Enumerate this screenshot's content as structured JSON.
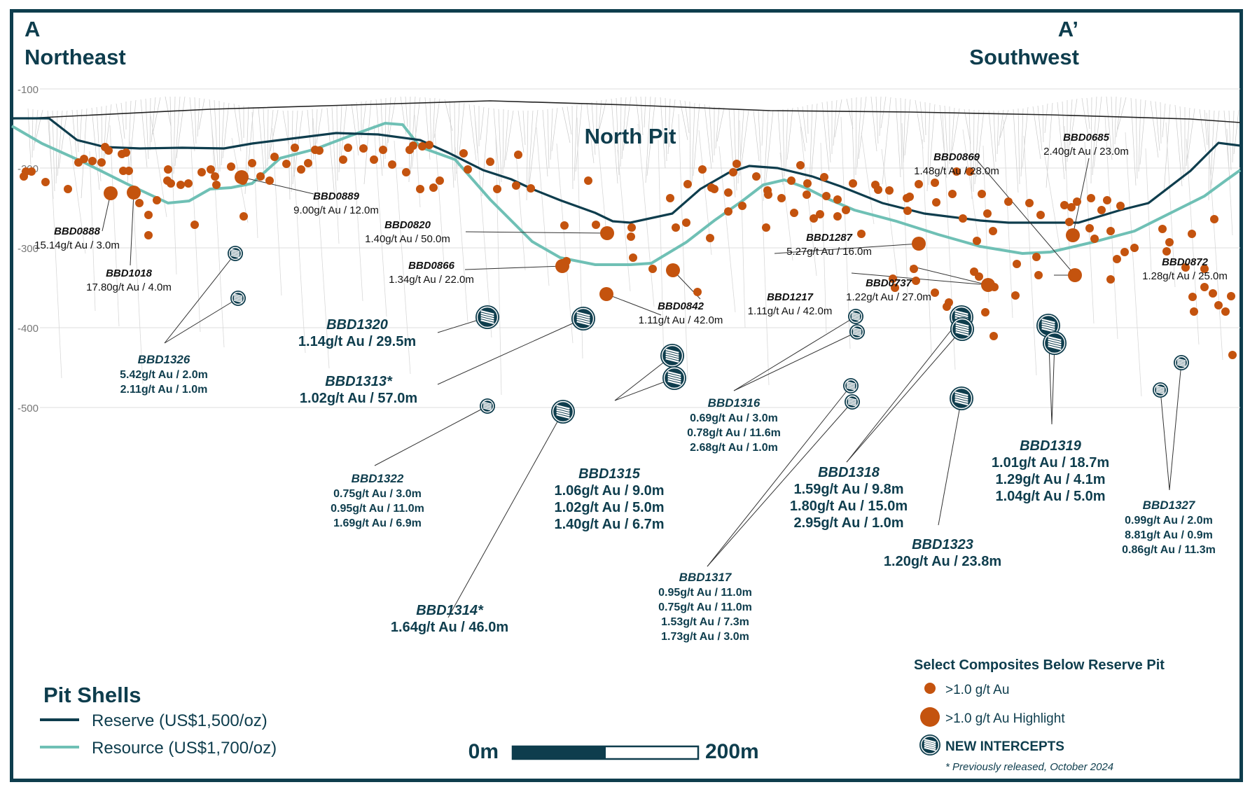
{
  "colors": {
    "frame": "#0e3d4d",
    "reserve": "#0e3d4d",
    "resource": "#6fc0b5",
    "composite": "#c4530e",
    "intercept": "#0e3d4d",
    "grid": "#dddddd"
  },
  "section": {
    "left_letter": "A",
    "left_direction": "Northeast",
    "right_letter": "A’",
    "right_direction": "Southwest",
    "pit_label": "North Pit"
  },
  "axis": {
    "labels": [
      "-100",
      "-200",
      "-300",
      "-400",
      "-500"
    ]
  },
  "callouts": [
    {
      "id": "BBD0888",
      "lines": [
        "15.14g/t Au / 3.0m"
      ]
    },
    {
      "id": "BBD1018",
      "lines": [
        "17.80g/t Au / 4.0m"
      ]
    },
    {
      "id": "BBD0889",
      "lines": [
        "9.00g/t Au / 12.0m"
      ]
    },
    {
      "id": "BBD0820",
      "lines": [
        "1.40g/t Au / 50.0m"
      ]
    },
    {
      "id": "BBD0866",
      "lines": [
        "1.34g/t Au / 22.0m"
      ]
    },
    {
      "id": "BBD0842",
      "lines": [
        "1.11g/t Au / 42.0m"
      ]
    },
    {
      "id": "BBD1287",
      "lines": [
        "5.27g/t Au / 16.0m"
      ]
    },
    {
      "id": "BBD1217",
      "lines": [
        "1.11g/t Au / 42.0m"
      ]
    },
    {
      "id": "BBD0737",
      "lines": [
        "1.22g/t Au / 27.0m"
      ]
    },
    {
      "id": "BBD0869",
      "lines": [
        "1.48g/t Au / 28.0m"
      ]
    },
    {
      "id": "BBD0685",
      "lines": [
        "2.40g/t Au / 23.0m"
      ]
    },
    {
      "id": "BBD0872",
      "lines": [
        "1.28g/t Au / 25.0m"
      ]
    }
  ],
  "intercepts": [
    {
      "id": "BBD1326",
      "lines": [
        "5.42g/t Au / 2.0m",
        "2.11g/t Au / 1.0m"
      ]
    },
    {
      "id": "BBD1320",
      "lines": [
        "1.14g/t Au / 29.5m"
      ]
    },
    {
      "id": "BBD1313*",
      "lines": [
        "1.02g/t Au / 57.0m"
      ]
    },
    {
      "id": "BBD1322",
      "lines": [
        "0.75g/t Au / 3.0m",
        "0.95g/t Au / 11.0m",
        "1.69g/t Au / 6.9m"
      ]
    },
    {
      "id": "BBD1314*",
      "lines": [
        "1.64g/t Au / 46.0m"
      ]
    },
    {
      "id": "BBD1315",
      "lines": [
        "1.06g/t Au / 9.0m",
        "1.02g/t Au / 5.0m",
        "1.40g/t Au / 6.7m"
      ]
    },
    {
      "id": "BBD1316",
      "lines": [
        "0.69g/t Au / 3.0m",
        "0.78g/t Au / 11.6m",
        "2.68g/t Au / 1.0m"
      ]
    },
    {
      "id": "BBD1317",
      "lines": [
        "0.95g/t Au / 11.0m",
        "0.75g/t Au / 11.0m",
        "1.53g/t Au / 7.3m",
        "1.73g/t Au / 3.0m"
      ]
    },
    {
      "id": "BBD1318",
      "lines": [
        "1.59g/t Au / 9.8m",
        "1.80g/t Au / 15.0m",
        "2.95g/t Au / 1.0m"
      ]
    },
    {
      "id": "BBD1323",
      "lines": [
        "1.20g/t Au / 23.8m"
      ]
    },
    {
      "id": "BBD1319",
      "lines": [
        "1.01g/t Au / 18.7m",
        "1.29g/t Au / 4.1m",
        "1.04g/t Au / 5.0m"
      ]
    },
    {
      "id": "BBD1327",
      "lines": [
        "0.99g/t Au / 2.0m",
        "8.81g/t Au / 0.9m",
        "0.86g/t Au / 11.3m"
      ]
    }
  ],
  "pit_legend": {
    "title": "Pit Shells",
    "reserve": "Reserve (US$1,500/oz)",
    "resource": "Resource (US$1,700/oz)"
  },
  "scale": {
    "left": "0m",
    "right": "200m"
  },
  "composite_legend": {
    "title": "Select Composites Below Reserve Pit",
    "small": ">1.0 g/t Au",
    "highlight": ">1.0 g/t Au Highlight",
    "intercepts": "NEW INTERCEPTS",
    "note": "* Previously released, October 2024"
  }
}
